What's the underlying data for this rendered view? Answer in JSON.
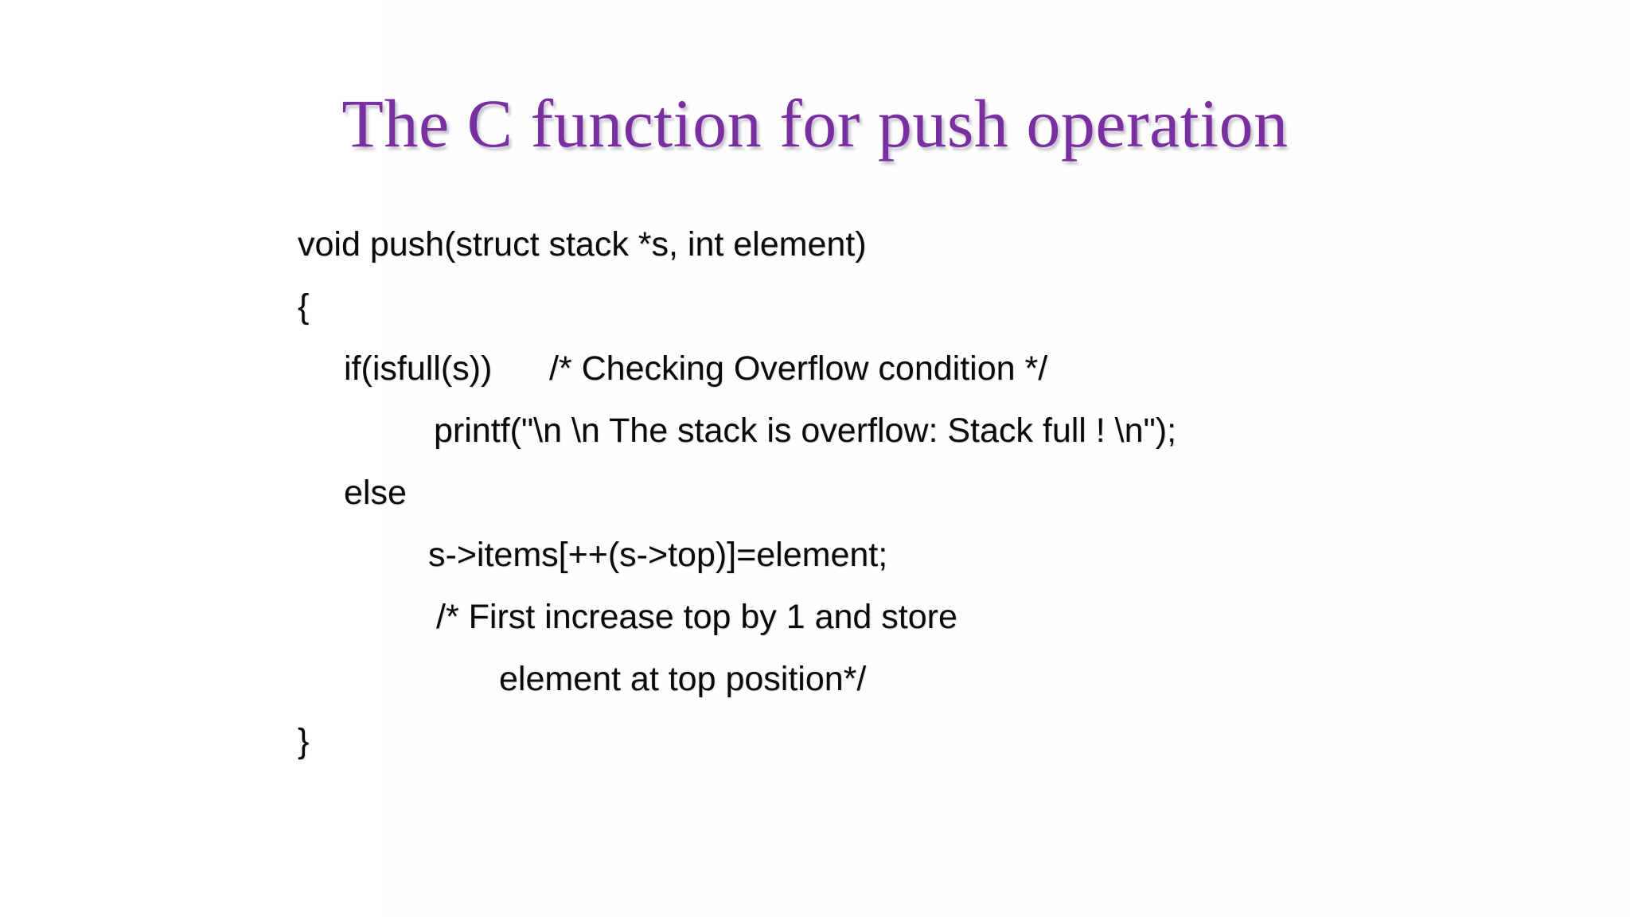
{
  "slide": {
    "title": "The C function for push operation",
    "title_color": "#7a2fa0",
    "background_color": "#ffffff",
    "body_text_color": "#0a0a0a",
    "code_lines": [
      {
        "text": "void push(struct stack *s, int element)",
        "indent": 0
      },
      {
        "text": "{",
        "indent": 0
      },
      {
        "text": "if(isfull(s))      /* Checking Overflow condition */",
        "indent": 1
      },
      {
        "text": "printf(\"\\n \\n The stack is overflow: Stack full ! \\n\");",
        "indent": 2
      },
      {
        "text": "else",
        "indent": 1
      },
      {
        "text": "s->items[++(s->top)]=element;",
        "indent": 3
      },
      {
        "text": "/* First increase top by 1 and store",
        "indent": 4
      },
      {
        "text": "element at top position*/",
        "indent": 5
      },
      {
        "text": "}",
        "indent": 0
      }
    ]
  }
}
